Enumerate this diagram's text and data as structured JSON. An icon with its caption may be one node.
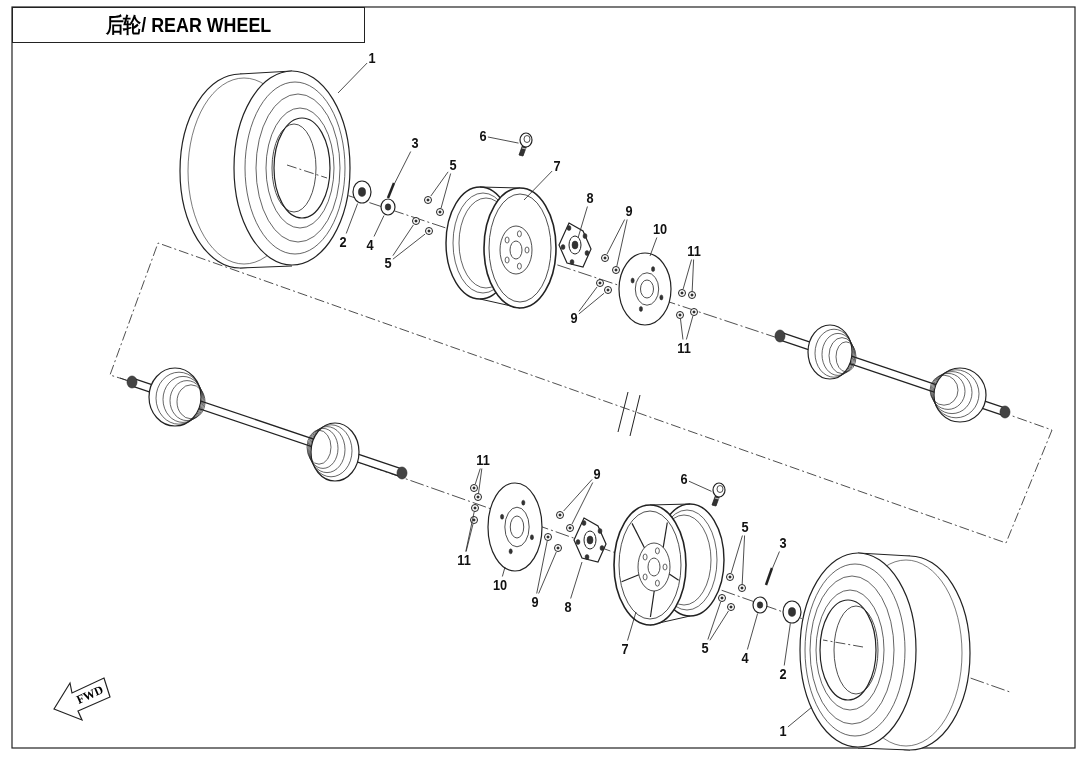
{
  "diagram": {
    "title": "后轮/ REAR WHEEL",
    "nodes": [
      {
        "text": [
          "1"
        ]
      },
      {
        "text": [
          "2"
        ]
      },
      {
        "text": [
          "3"
        ]
      },
      {
        "text": [
          "4"
        ]
      },
      {
        "text": [
          "5"
        ]
      },
      {
        "text": [
          "5"
        ]
      },
      {
        "text": [
          "6"
        ]
      },
      {
        "text": [
          "7"
        ]
      },
      {
        "text": [
          "8"
        ]
      },
      {
        "text": [
          "9"
        ]
      },
      {
        "text": [
          "9"
        ]
      },
      {
        "text": [
          "10"
        ]
      },
      {
        "text": [
          "11"
        ]
      },
      {
        "text": [
          "11"
        ]
      },
      {
        "text": [
          "11"
        ]
      },
      {
        "text": [
          "9"
        ]
      },
      {
        "text": [
          "6"
        ]
      },
      {
        "text": [
          "5"
        ]
      },
      {
        "text": [
          "3"
        ]
      },
      {
        "text": [
          "11"
        ]
      },
      {
        "text": [
          "10"
        ]
      },
      {
        "text": [
          "9"
        ]
      },
      {
        "text": [
          "8"
        ]
      },
      {
        "text": [
          "7"
        ]
      },
      {
        "text": [
          "5"
        ]
      },
      {
        "text": [
          "4"
        ]
      },
      {
        "text": [
          "2"
        ]
      },
      {
        "text": [
          "1"
        ]
      },
      {
        "text": [],
        "shape": "picture"
      },
      {
        "text": [],
        "shape": "picture"
      },
      {
        "text": [],
        "shape": "picture"
      },
      {
        "text": [],
        "shape": "picture"
      },
      {
        "text": [],
        "shape": "picture"
      },
      {
        "text": [],
        "shape": "picture"
      },
      {
        "text": [],
        "shape": "picture"
      },
      {
        "text": [],
        "shape": "picture"
      },
      {
        "text": [],
        "shape": "picture"
      },
      {
        "text": [],
        "shape": "picture"
      },
      {
        "text": [],
        "shape": "picture"
      },
      {
        "text": [],
        "shape": "picture"
      },
      {
        "text": [],
        "shape": "picture"
      },
      {
        "text": [],
        "shape": "picture"
      },
      {
        "text": [],
        "shape": "picture"
      },
      {
        "text": [],
        "shape": "picture"
      },
      {
        "text": [],
        "shape": "picture"
      },
      {
        "text": [],
        "shape": "picture"
      },
      {
        "text": [],
        "shape": "picture"
      },
      {
        "text": [],
        "shape": "picture"
      },
      {
        "text": [],
        "shape": "picture"
      },
      {
        "text": [],
        "shape": "picture"
      },
      {
        "text": [],
        "shape": "picture"
      },
      {
        "text": [],
        "shape": "picture"
      },
      {
        "text": [],
        "shape": "picture"
      },
      {
        "text": [],
        "shape": "picture"
      },
      {
        "text": [],
        "shape": "picture"
      },
      {
        "text": [],
        "shape": "picture"
      },
      {
        "text": [],
        "shape": "picture"
      },
      {
        "text": [],
        "shape": "picture"
      },
      {
        "text": [],
        "shape": "picture"
      },
      {
        "text": [],
        "shape": "picture"
      },
      {
        "text": [],
        "shape": "picture"
      },
      {
        "text": [],
        "shape": "picture"
      },
      {
        "text": [],
        "shape": "picture"
      },
      {
        "text": [],
        "shape": "picture"
      },
      {
        "text": [],
        "shape": "picture"
      },
      {
        "text": [],
        "shape": "picture"
      },
      {
        "text": [],
        "shape": "picture"
      },
      {
        "text": [],
        "shape": "picture"
      },
      {
        "text": [],
        "shape": "picture"
      },
      {
        "text": [],
        "shape": "picture"
      }
    ],
    "edges": [
      {
        "from": 0,
        "to": 28,
        "arrow": "none"
      },
      {
        "from": 1,
        "to": 29,
        "arrow": "none"
      },
      {
        "from": 2,
        "to": 30,
        "arrow": "none"
      },
      {
        "from": 3,
        "to": 31,
        "arrow": "none"
      },
      {
        "from": 4,
        "to": 32,
        "arrow": "none"
      },
      {
        "from": 4,
        "to": 33,
        "arrow": "none"
      },
      {
        "from": 5,
        "to": 34,
        "arrow": "none"
      },
      {
        "from": 5,
        "to": 35,
        "arrow": "none"
      },
      {
        "from": 6,
        "to": 36,
        "arrow": "none"
      },
      {
        "from": 7,
        "to": 37,
        "arrow": "none"
      },
      {
        "from": 8,
        "to": 38,
        "arrow": "none"
      },
      {
        "from": 9,
        "to": 39,
        "arrow": "none"
      },
      {
        "from": 9,
        "to": 40,
        "arrow": "none"
      },
      {
        "from": 10,
        "to": 41,
        "arrow": "none"
      },
      {
        "from": 10,
        "to": 42,
        "arrow": "none"
      },
      {
        "from": 11,
        "to": 43,
        "arrow": "none"
      },
      {
        "from": 12,
        "to": 44,
        "arrow": "none"
      },
      {
        "from": 12,
        "to": 45,
        "arrow": "none"
      },
      {
        "from": 13,
        "to": 46,
        "arrow": "none"
      },
      {
        "from": 13,
        "to": 47,
        "arrow": "none"
      },
      {
        "from": 14,
        "to": 48,
        "arrow": "none"
      },
      {
        "from": 14,
        "to": 49,
        "arrow": "none"
      },
      {
        "from": 15,
        "to": 53,
        "arrow": "none"
      },
      {
        "from": 15,
        "to": 54,
        "arrow": "none"
      },
      {
        "from": 16,
        "to": 59,
        "arrow": "none"
      },
      {
        "from": 17,
        "to": 60,
        "arrow": "none"
      },
      {
        "from": 17,
        "to": 61,
        "arrow": "none"
      },
      {
        "from": 18,
        "to": 64,
        "arrow": "none"
      },
      {
        "from": 19,
        "to": 51,
        "arrow": "none"
      },
      {
        "from": 19,
        "to": 50,
        "arrow": "none"
      },
      {
        "from": 20,
        "to": 52,
        "arrow": "none"
      },
      {
        "from": 21,
        "to": 55,
        "arrow": "none"
      },
      {
        "from": 21,
        "to": 56,
        "arrow": "none"
      },
      {
        "from": 22,
        "to": 57,
        "arrow": "none"
      },
      {
        "from": 23,
        "to": 58,
        "arrow": "none"
      },
      {
        "from": 24,
        "to": 62,
        "arrow": "none"
      },
      {
        "from": 24,
        "to": 63,
        "arrow": "none"
      },
      {
        "from": 25,
        "to": 65,
        "arrow": "none"
      },
      {
        "from": 26,
        "to": 66,
        "arrow": "none"
      },
      {
        "from": 27,
        "to": 67,
        "arrow": "none"
      },
      {
        "from": 69,
        "to": 68,
        "arrow": "none",
        "style": "dashed"
      }
    ],
    "labels": [
      "FWD"
    ]
  }
}
